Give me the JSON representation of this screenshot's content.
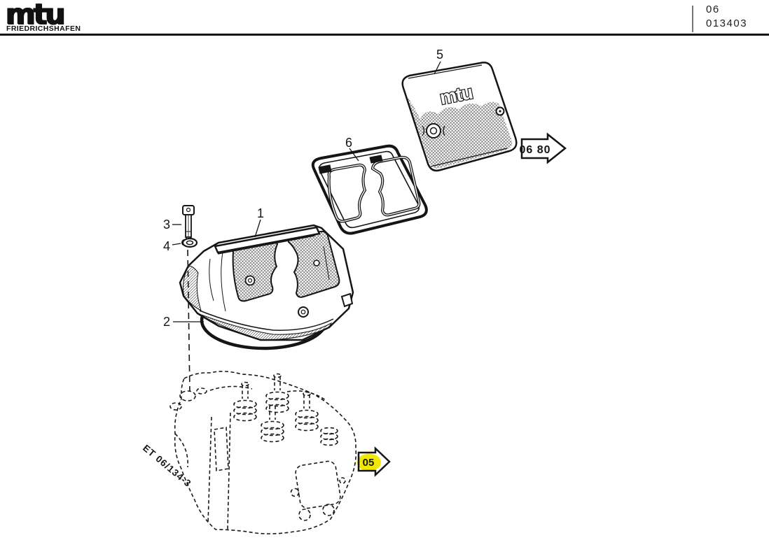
{
  "header": {
    "logo": "mtu",
    "logo_sub": "FRIEDRICHSHAFEN",
    "sheet_group": "06",
    "sheet_no": "013403"
  },
  "drawing": {
    "callouts": [
      {
        "label": "1"
      },
      {
        "label": "2"
      },
      {
        "label": "3"
      },
      {
        "label": "4"
      },
      {
        "label": "5"
      },
      {
        "label": "6"
      }
    ],
    "nav": {
      "ref_arrow": "06 80",
      "sheet_arrow": "05"
    },
    "drawing_id": "ET 06/134-3",
    "cover_logo": "mtu",
    "colors": {
      "ink": "#111111",
      "paper": "#ffffff",
      "highlight": "#f2e900"
    }
  }
}
